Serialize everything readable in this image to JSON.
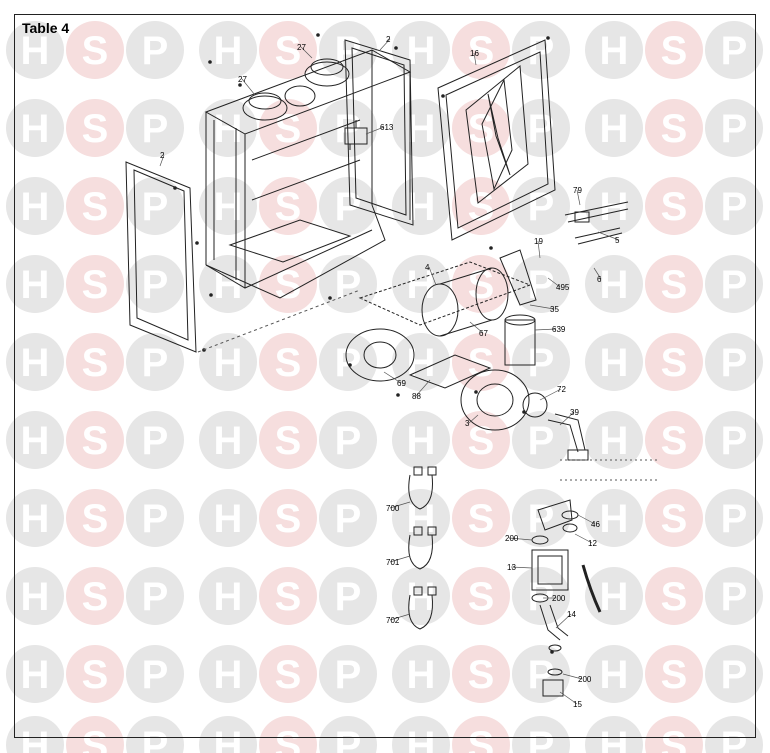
{
  "title": "Table 4",
  "watermark": {
    "letters": [
      "H",
      "S",
      "P"
    ],
    "colors": {
      "H": "#e6e6e6",
      "S": "#f6dede",
      "P": "#e6e6e6"
    },
    "text_color": "#ffffff"
  },
  "colors": {
    "line": "#222222",
    "leader": "#555555",
    "label": "#000000"
  },
  "labels": [
    "27",
    "27",
    "2",
    "16",
    "613",
    "2",
    "79",
    "5",
    "19",
    "4",
    "495",
    "6",
    "35",
    "67",
    "639",
    "69",
    "88",
    "72",
    "39",
    "3",
    "700",
    "701",
    "702",
    "200",
    "46",
    "12",
    "13",
    "200",
    "14",
    "200",
    "15"
  ]
}
